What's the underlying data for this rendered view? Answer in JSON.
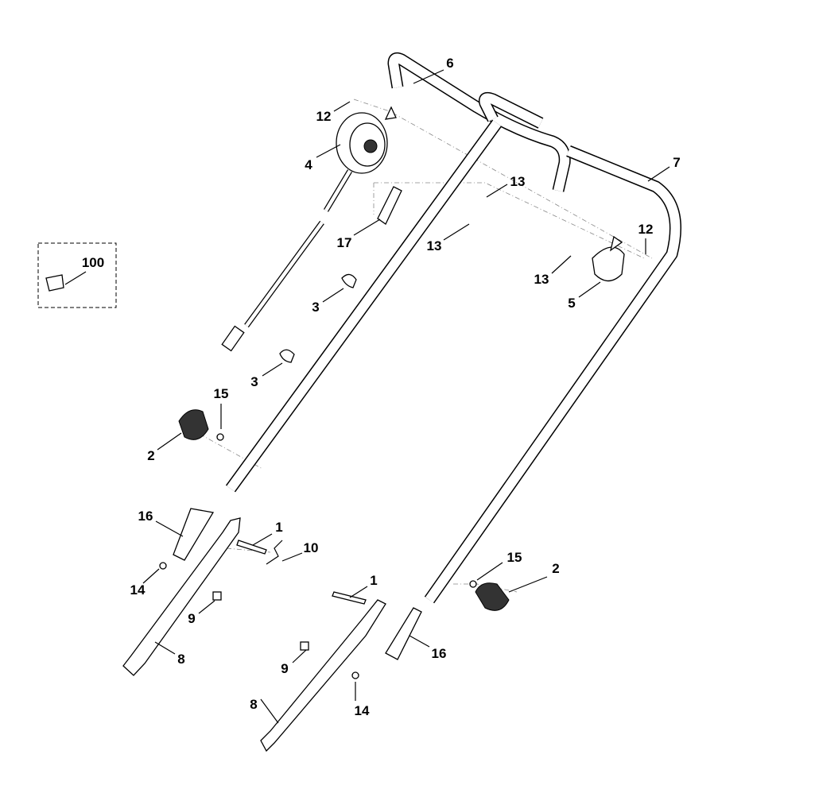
{
  "diagram": {
    "title": "Handle assembly exploded parts view",
    "labels": [
      "6",
      "12",
      "4",
      "7",
      "13",
      "13",
      "17",
      "12",
      "13",
      "5",
      "100",
      "3",
      "3",
      "15",
      "2",
      "16",
      "1",
      "10",
      "14",
      "9",
      "8",
      "1",
      "15",
      "2",
      "16",
      "9",
      "8",
      "14"
    ]
  }
}
